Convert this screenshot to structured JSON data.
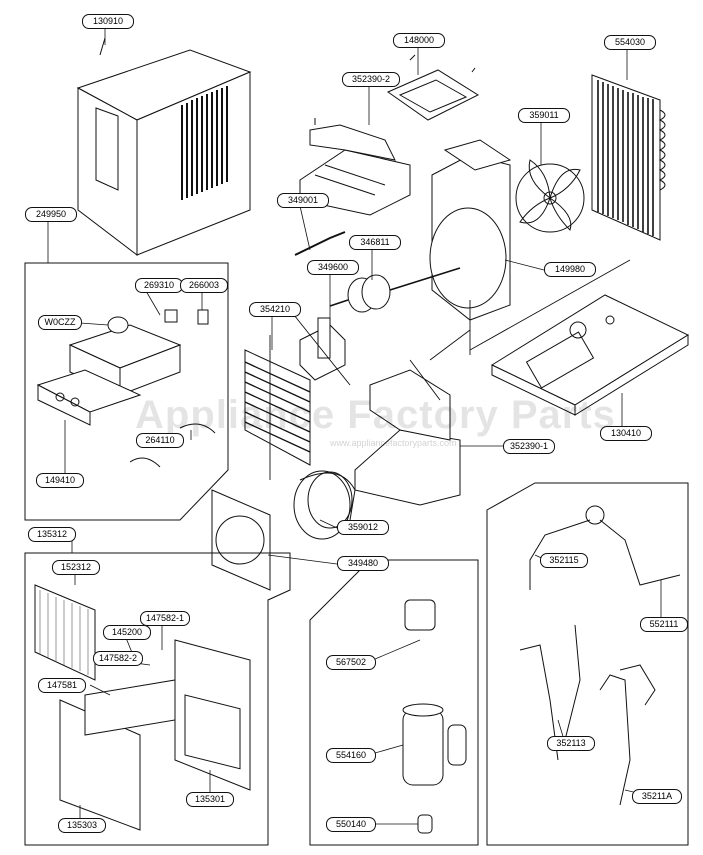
{
  "watermark": {
    "text": "Appliance Factory Parts",
    "sub": "www.appliancefactoryparts.com"
  },
  "parts": [
    {
      "id": "130910",
      "role": "cabinet"
    },
    {
      "id": "148000",
      "role": "bracket-top"
    },
    {
      "id": "352390-2",
      "role": "air-guide-upper"
    },
    {
      "id": "554030",
      "role": "condenser"
    },
    {
      "id": "359011",
      "role": "fan-propeller"
    },
    {
      "id": "249950",
      "role": "control-box-assembly"
    },
    {
      "id": "349001",
      "role": "rod"
    },
    {
      "id": "346811",
      "role": "motor"
    },
    {
      "id": "349600",
      "role": "motor-bracket"
    },
    {
      "id": "269310",
      "role": "capacitor"
    },
    {
      "id": "266003",
      "role": "relay"
    },
    {
      "id": "W0CZZ",
      "role": "capacitor-run"
    },
    {
      "id": "354210",
      "role": "evaporator"
    },
    {
      "id": "149980",
      "role": "shroud"
    },
    {
      "id": "130410",
      "role": "base-pan"
    },
    {
      "id": "264110",
      "role": "power-cord"
    },
    {
      "id": "352390-1",
      "role": "air-guide-lower"
    },
    {
      "id": "149410",
      "role": "knob"
    },
    {
      "id": "359012",
      "role": "fan-blower"
    },
    {
      "id": "349480",
      "role": "orifice"
    },
    {
      "id": "135312",
      "role": "front-grille-assembly"
    },
    {
      "id": "152312",
      "role": "filter"
    },
    {
      "id": "147582-1",
      "role": "louver-link"
    },
    {
      "id": "145200",
      "role": "louver-part"
    },
    {
      "id": "147582-2",
      "role": "louver-link"
    },
    {
      "id": "147581",
      "role": "louver"
    },
    {
      "id": "135303",
      "role": "grille"
    },
    {
      "id": "135301",
      "role": "front-panel"
    },
    {
      "id": "352115",
      "role": "capillary-tube"
    },
    {
      "id": "552111",
      "role": "tube-assembly"
    },
    {
      "id": "567502",
      "role": "overload-protector"
    },
    {
      "id": "554160",
      "role": "compressor"
    },
    {
      "id": "352113",
      "role": "suction-tube"
    },
    {
      "id": "35211A",
      "role": "discharge-tube"
    },
    {
      "id": "550140",
      "role": "grommet"
    }
  ]
}
